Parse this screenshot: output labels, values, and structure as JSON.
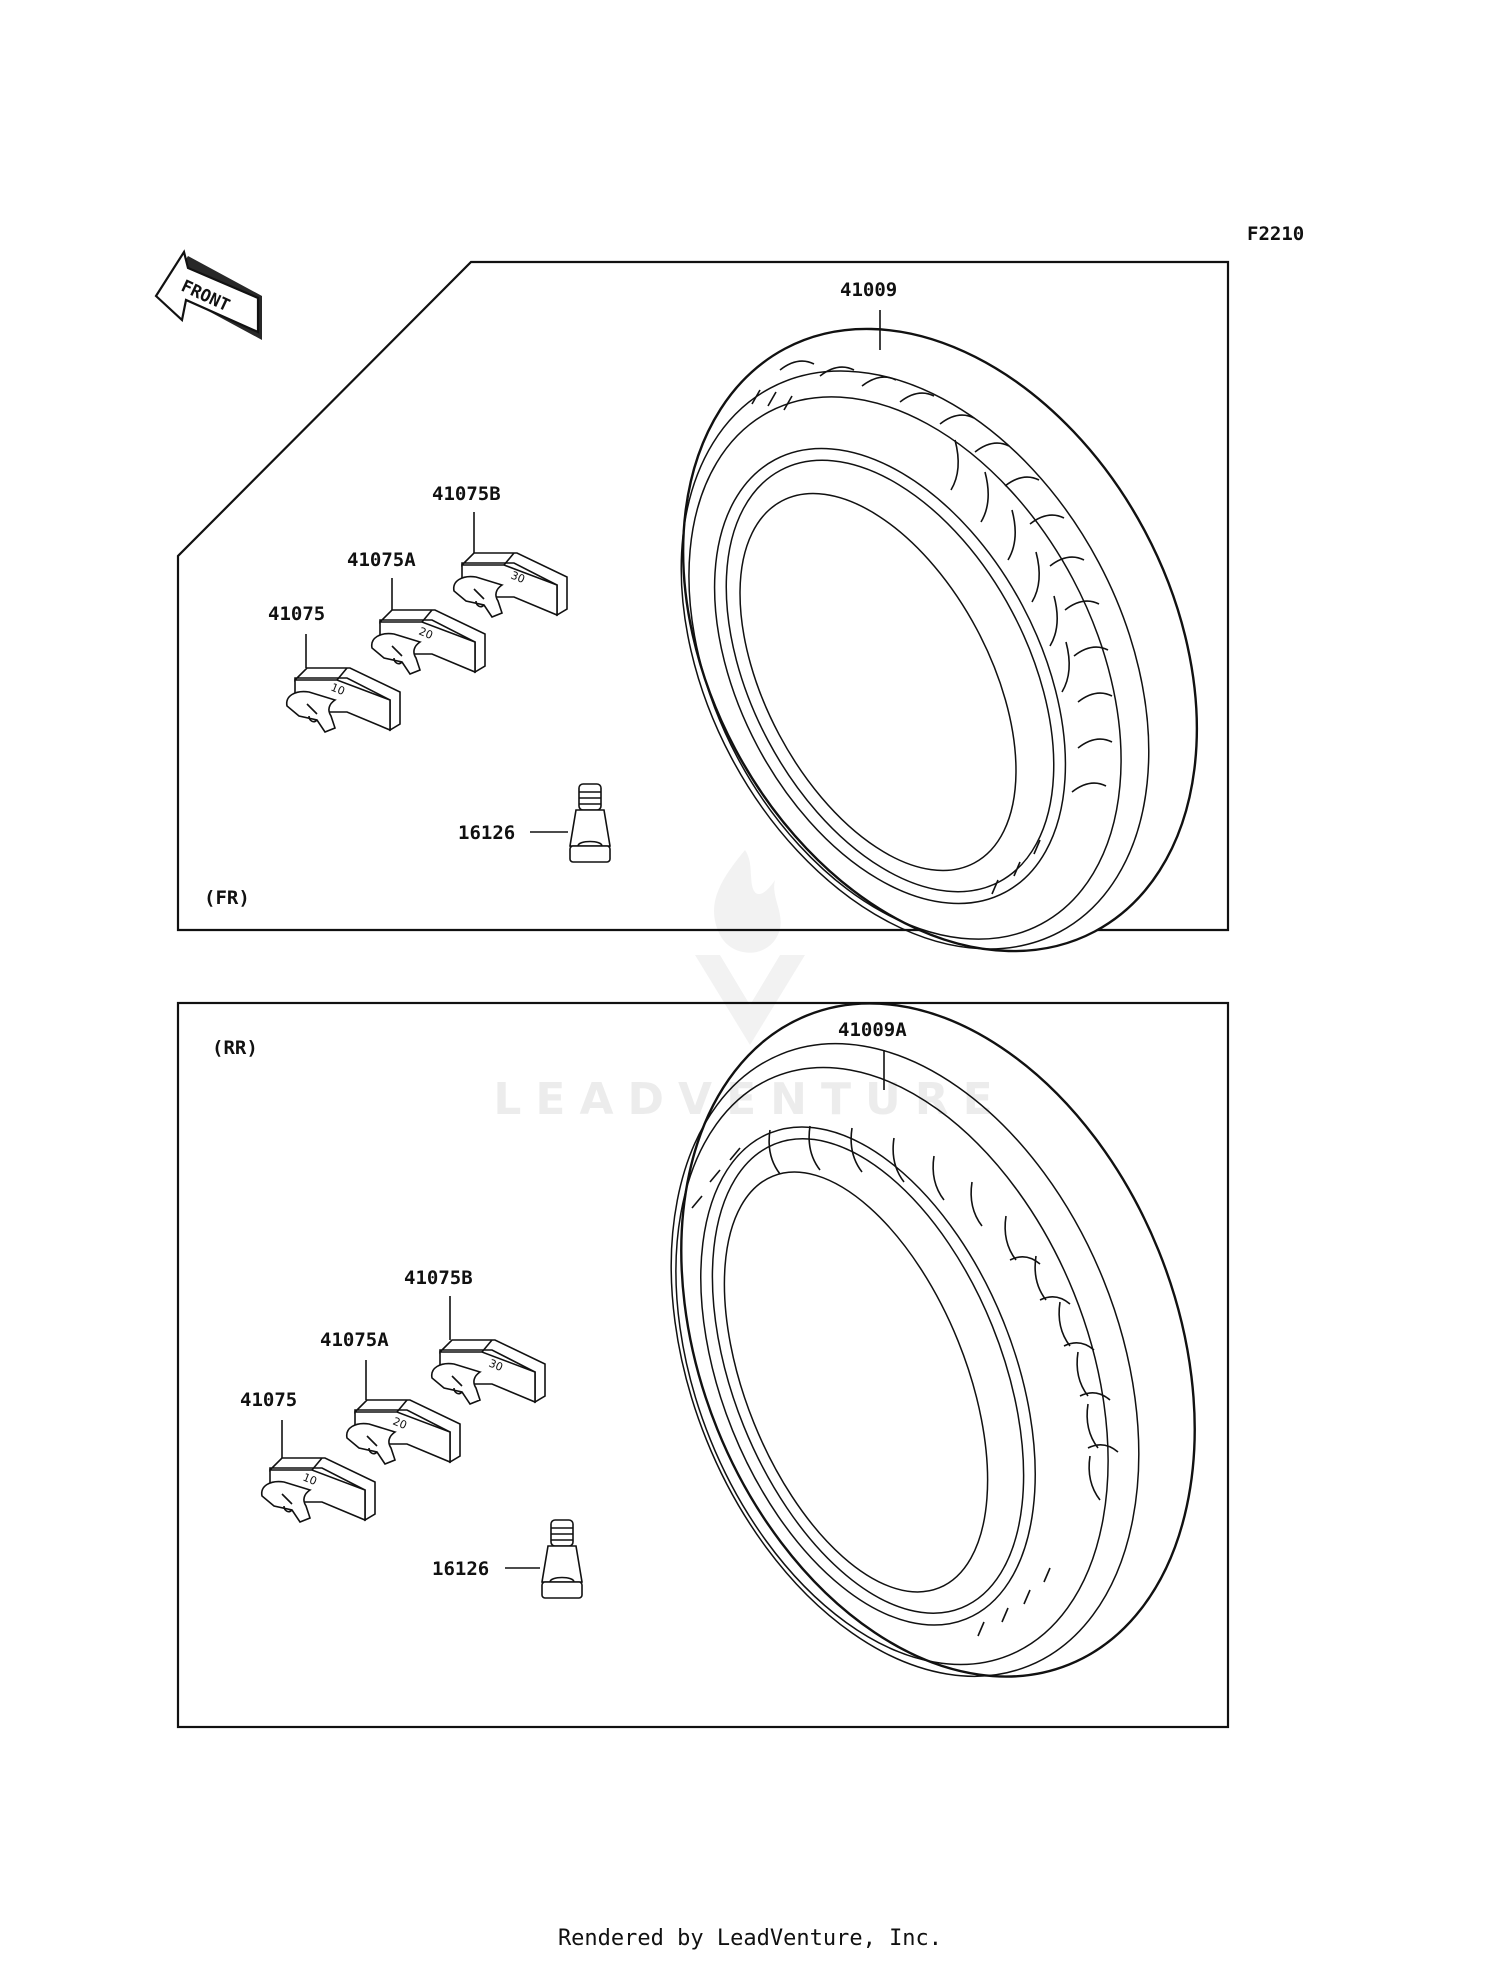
{
  "diagram_code": "F2210",
  "front_arrow_label": "FRONT",
  "front_panel": {
    "tag": "(FR)",
    "tire_part": "41009",
    "weight_10_part": "41075",
    "weight_20_part": "41075A",
    "weight_30_part": "41075B",
    "valve_part": "16126",
    "weight_10_mark": "10",
    "weight_20_mark": "20",
    "weight_30_mark": "30"
  },
  "rear_panel": {
    "tag": "(RR)",
    "tire_part": "41009A",
    "weight_10_part": "41075",
    "weight_20_part": "41075A",
    "weight_30_part": "41075B",
    "valve_part": "16126",
    "weight_10_mark": "10",
    "weight_20_mark": "20",
    "weight_30_mark": "30"
  },
  "watermark_text": "LEADVENTURE",
  "footer_text": "Rendered by LeadVenture, Inc."
}
